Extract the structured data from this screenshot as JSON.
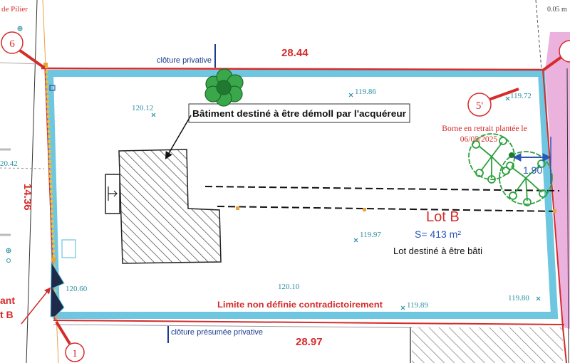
{
  "partial_labels": {
    "pillar": "de Pilier",
    "top_right": "0.05 m",
    "left_line1": "ant",
    "left_line2": "t B",
    "left_elevation": "20.42"
  },
  "markers": {
    "m6": "6",
    "m5_prime": "5'",
    "m1": "1"
  },
  "fences": {
    "top": "clôture privative",
    "bottom": "clôture présumée privative"
  },
  "dimensions": {
    "top": "28.44",
    "bottom": "28.97",
    "left": "14.36",
    "marker_offset": "1.90"
  },
  "elevations": {
    "e1": "120.12",
    "e2": "119.86",
    "e3": "119.72",
    "e4": "119.97",
    "e5": "120.60",
    "e6": "120.10",
    "e7": "119.89",
    "e8": "119.80"
  },
  "building_callout": "Bâtiment destiné à être démoll par l'acquéreur",
  "boundary_note": [
    "Borne en retrait plantée le",
    "06/05/2025"
  ],
  "lot": {
    "name": "Lot B",
    "area": "S= 413 m²",
    "purpose": "Lot destiné à être bâti"
  },
  "limit_note": "Limite non définie contradictoirement",
  "colors": {
    "boundary_red": "#d62b2b",
    "parcel_band": "#6ec6e0",
    "fence_blue": "#1a3b8f",
    "elevation_teal": "#2a8fa0",
    "vegetation_green": "#2aa13b",
    "neighbor_pink": "#e8a4d8",
    "dimension_blue": "#2b56b8"
  }
}
